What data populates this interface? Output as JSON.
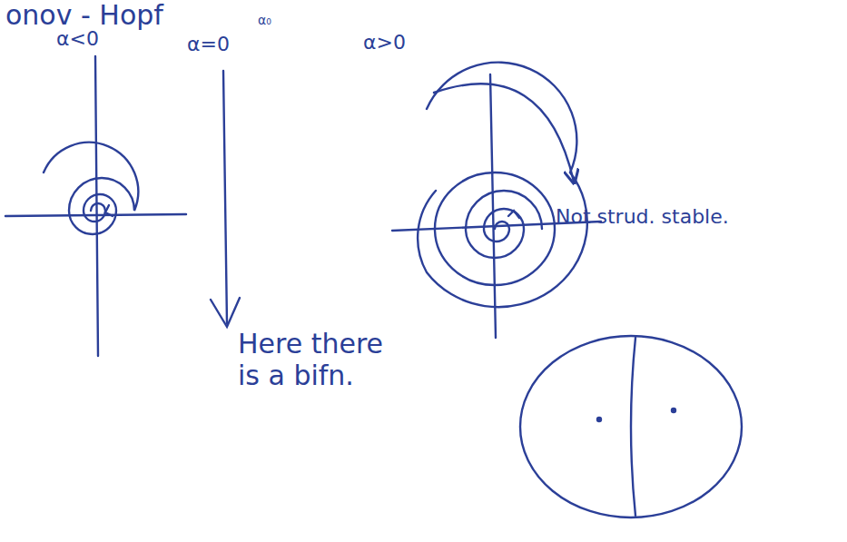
{
  "diagram": {
    "title": "onov - Hopf",
    "labels": [
      "α<0",
      "α=0",
      "α₀",
      "α>0",
      "Here there is a bifn.",
      "Not strud. stable."
    ]
  }
}
